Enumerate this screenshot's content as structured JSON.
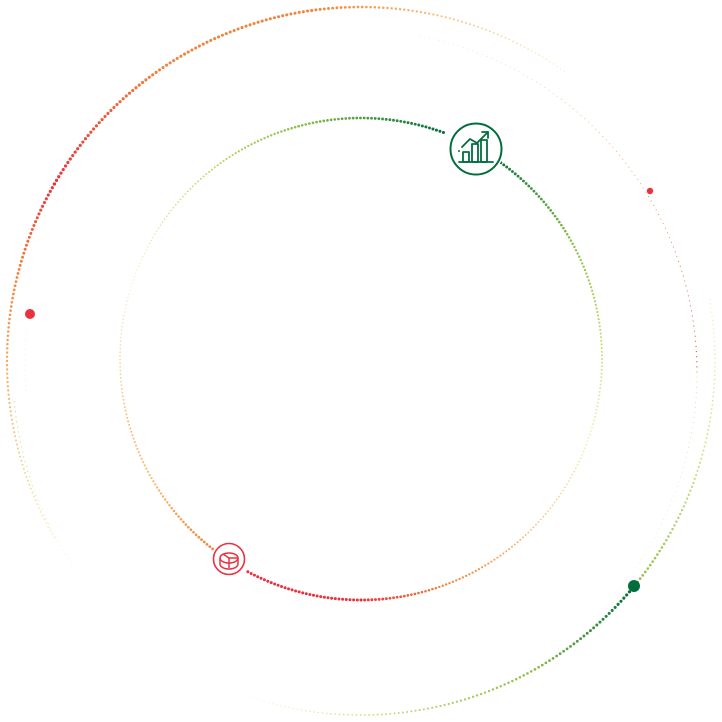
{
  "colors": {
    "red": "#e8323f",
    "orange": "#f0843c",
    "peach": "#f6c07a",
    "cream": "#f7ecb8",
    "lightgreen": "#cde27e",
    "green": "#8fc04a",
    "darkgreen": "#006e3c",
    "white": "#ffffff"
  },
  "icons": {
    "top": "growth-chart-icon",
    "bottom": "pie-chart-icon"
  },
  "markers": {
    "left": "red-dot",
    "right_top": "red-dot",
    "right_bottom": "green-dot"
  }
}
